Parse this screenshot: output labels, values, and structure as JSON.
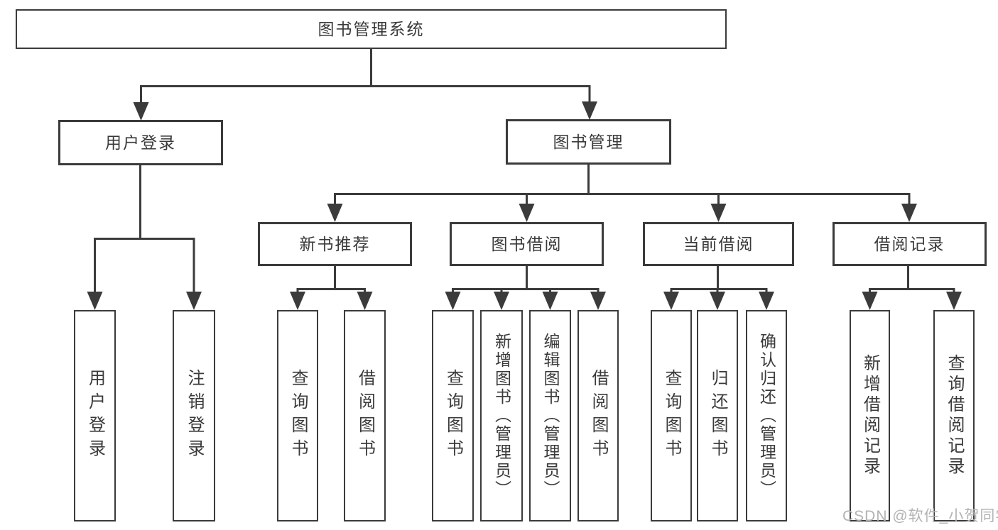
{
  "colors": {
    "line": "#3b3b3b",
    "text": "#3a3a3a",
    "background": "#ffffff",
    "watermark": "#b3b3b3"
  },
  "root": {
    "label": "图书管理系统"
  },
  "level2": [
    {
      "label": "用户登录",
      "parent": "图书管理系统"
    },
    {
      "label": "图书管理",
      "parent": "图书管理系统"
    }
  ],
  "level3": [
    {
      "label": "新书推荐",
      "parent": "图书管理"
    },
    {
      "label": "图书借阅",
      "parent": "图书管理"
    },
    {
      "label": "当前借阅",
      "parent": "图书管理"
    },
    {
      "label": "借阅记录",
      "parent": "图书管理"
    }
  ],
  "level4": [
    {
      "label": "用户登录",
      "parent": "用户登录"
    },
    {
      "label": "注销登录",
      "parent": "用户登录"
    },
    {
      "label": "查询图书",
      "parent": "新书推荐"
    },
    {
      "label": "借阅图书",
      "parent": "新书推荐"
    },
    {
      "label": "查询图书",
      "parent": "图书借阅"
    },
    {
      "label": "新增图书（管理员）",
      "parent": "图书借阅"
    },
    {
      "label": "编辑图书（管理员）",
      "parent": "图书借阅"
    },
    {
      "label": "借阅图书",
      "parent": "图书借阅"
    },
    {
      "label": "查询图书",
      "parent": "当前借阅"
    },
    {
      "label": "归还图书",
      "parent": "当前借阅"
    },
    {
      "label": "确认归还（管理员）",
      "parent": "当前借阅"
    },
    {
      "label": "新增借阅记录",
      "parent": "借阅记录"
    },
    {
      "label": "查询借阅记录",
      "parent": "借阅记录"
    }
  ],
  "watermark": {
    "text": "CSDN @软件_小贺同学"
  }
}
